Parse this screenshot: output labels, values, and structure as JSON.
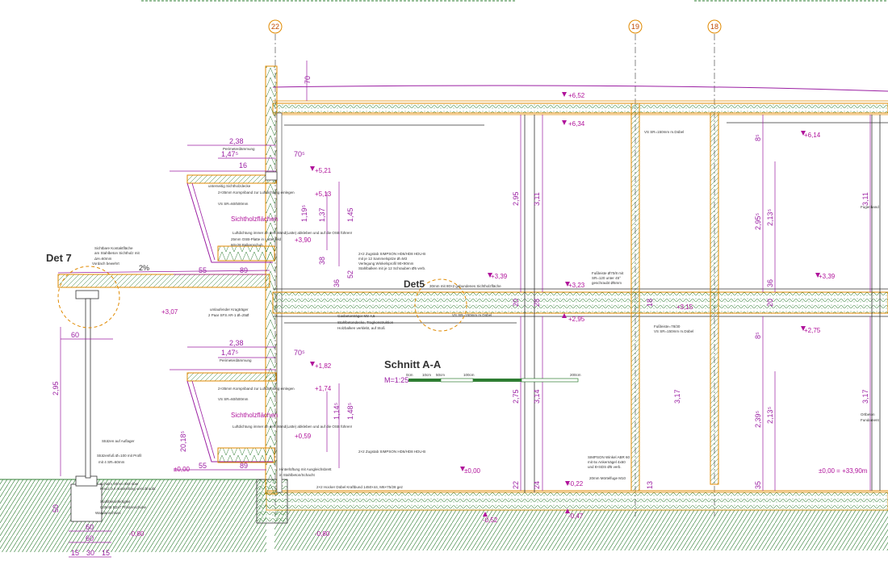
{
  "title": "Schnitt A-A",
  "scale": "M=1:25",
  "scale_bar": [
    "0cm",
    "10cm",
    "50cm",
    "100cm",
    "200cm"
  ],
  "details": {
    "det7": "Det 7",
    "det5": "Det5"
  },
  "axes": [
    "22",
    "19",
    "18"
  ],
  "colors": {
    "dim": "#9b1fa3",
    "wall": "#e08a00",
    "hatch": "#2e7d32",
    "axis": "#c04a00",
    "structure": "#333333"
  },
  "levels": {
    "roof_top": "+6,52",
    "roof_under": "+6,34",
    "right_top": "+6,14",
    "balc_up_top": "+5,21",
    "balc_up_mid": "+5,13",
    "balc_up_low": "+3,90",
    "floor_left": "+3,39",
    "floor_mid": "+3,23",
    "floor_right": "+3,39",
    "floor_step": "+3,15",
    "canopy": "+3,07",
    "under_floor": "+2,95",
    "right_mid": "+2,75",
    "balc_low_top": "+1,82",
    "balc_low_mid": "+1,74",
    "balc_low_under": "+0,59",
    "ground_left": "±0,00",
    "ground_mid": "±0,00",
    "ground_right": "±0,00 = +33,90m",
    "ground_neg": "-0,22",
    "found_left": "-0,80",
    "found_mid": "-0,80",
    "found_b": "-0,52",
    "found_c": "-0,47"
  },
  "dims": {
    "d_238_top": "2,38",
    "d_147_top": "1,47⁵",
    "d_705_top": "70⁵",
    "d_16": "16",
    "d_238_low": "2,38",
    "d_147_low": "1,47⁵",
    "d_705_low": "70⁵",
    "d_70": "70",
    "d_295_main": "2,95",
    "d_311": "3,11",
    "d_295_left": "2,95",
    "d_60_left": "60",
    "d_55_top": "55",
    "d_89_top": "89",
    "d_55_low": "55",
    "d_89_low": "89",
    "d_60_a": "60",
    "d_60_b": "60",
    "d_15a": "15",
    "d_30": "30",
    "d_15b": "15",
    "d_275": "2,75",
    "d_314": "3,14",
    "d_317": "3,17",
    "d_2955": "2,95⁵",
    "d_2135": "2,13⁵",
    "d_2395": "2,39⁵",
    "d_2135b": "2,13⁵",
    "d_145": "1,45",
    "d_1195": "1,19⁵",
    "d_137": "1,37",
    "d_1485": "1,48⁵",
    "d_1145": "1,14⁵",
    "d_311r": "3,11",
    "d_317r": "3,17",
    "d_85": "8⁵",
    "d_85b": "8⁵",
    "d_2085": "20,18⁵",
    "d_50": "50",
    "d_38": "38",
    "d_36": "36",
    "d_52": "52",
    "d_20": "20",
    "d_28": "28",
    "d_22": "22",
    "d_24": "24",
    "d_13": "13",
    "d_18": "18",
    "d_20b": "20",
    "d_35": "35",
    "d_36b": "36"
  },
  "notes": {
    "perimeter_up": "Perimeterdämmung",
    "sicht_up": "Sichtholzflächen",
    "sicht_low": "Sichtholzflächen",
    "perimeter_low": "Perimeterdämmung",
    "n1": "unterseitig Sichtholzdecke",
    "n2": "2×35mm Kompriband zur Luftdichtung einlegen",
    "n3": "VS SR=60/500mm",
    "n4": "Luftdichtung immer an den Wand(Latte) abkleben und auf die OSB führen!",
    "n5": "25mm OSB-Platte in Lattenfeld",
    "n6": "60×28 Balkenschuh",
    "n7": "2×2 Zugstab SIMPSON HD6/HD8 HDU-B",
    "n8": "mit je 12 Sammelspitze Ø=M3",
    "n9": "Verlegung Winkelsprofil 90×90mm",
    "n10": "Stahlbalken mit je 12 Schrauben Ø5 verb.",
    "n11": "30mm mit 80×2 gebundenes Sichtholzfläche",
    "n12": "Gasbetonträger M3-4,5",
    "n13": "Stahlbetondecke, Tragkonstruktion",
    "n14": "Holzbalken verklebt, auf Stoß",
    "n15": "Fußleiste Ø70/8 mit",
    "n16": "SR=120 unter 45°",
    "n17": "geschraubt Ø5mm",
    "n18": "VS SR=150mm m.Dübel",
    "n19": "VS SR=150mm m.Dübel",
    "n20": "Fußleiste=78/30",
    "n21": "VS SR=150mm m.Dübel",
    "n22": "SIMPSON Winkel ABR 60",
    "n23": "mit 6x Ankernägel 4x60",
    "n24": "und 8×SDS Ø5 verb.",
    "n25": "20mm Mörtelfuge M10",
    "n26": "umlaufender Kragträger",
    "n27": "2 Paar SFS AR-1 Ø=25Ø",
    "n28": "Stützen auf Auflager",
    "n29": "Stützenfuß Ø=100 mit Profil",
    "n30": "mit 4 SR=60mm",
    "n31": "Schalm 40mm 650 über",
    "n32": "Kreuz zur Aussteifung verschraubt",
    "n33": "Stahlbetonfertigteil",
    "n34": "C35/45 B2x7 Pfostenschuhe",
    "n35": "Wandanschluss",
    "n36": "Hinterlüftung mit Ausgleichsbrett",
    "n37": "in Stahlbeton/Schacht",
    "n38": "2×2 Hocker Dübel Kraftbund 1450×44, M6×75/28 gez",
    "n39": "Sichtbare Kontaktfläche",
    "n40": "am Stahlbeton Sichtholz mit",
    "n41": "ΔH=60mm",
    "n42": "Vordach bewehrt",
    "n43": "2×35mm Kompriband zur Luftdichtung einlegen",
    "n44": "Luftdichtung immer an den Wand(Latte) abkleben und auf die OSB führen!",
    "n45": "2×2 Zugstab SIMPSON HD6/HD8 HDU-B",
    "n46": "VS SR=60/500mm",
    "n47": "Fugenband",
    "n48": "Ortbeton",
    "n49": "Fundament"
  },
  "slope": "2%"
}
